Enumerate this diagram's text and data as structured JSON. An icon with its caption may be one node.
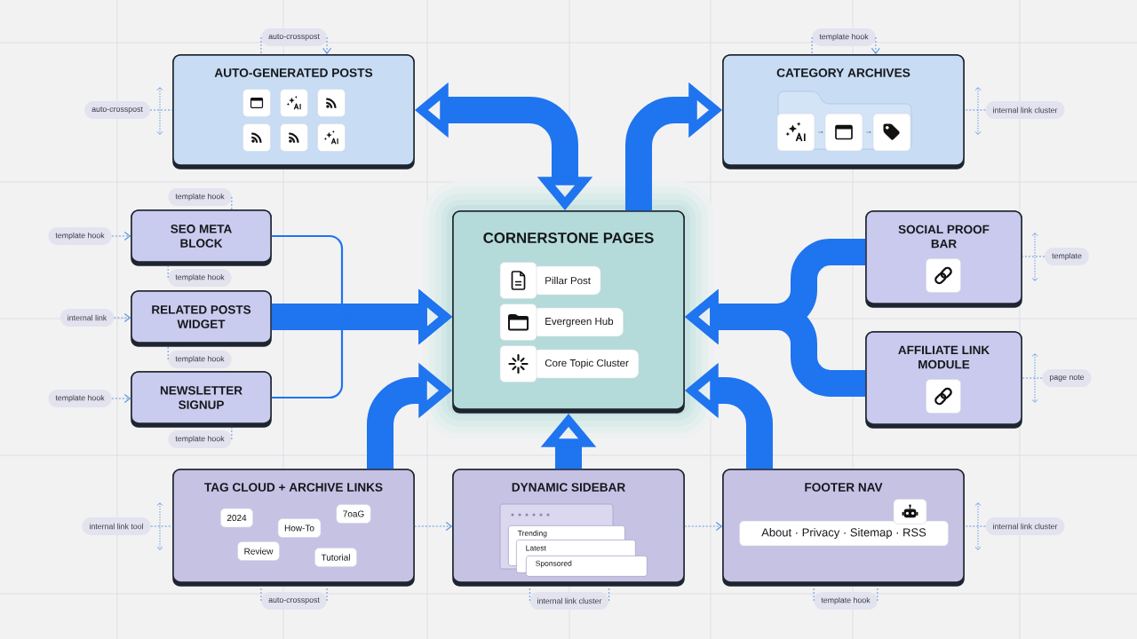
{
  "diagram": {
    "nodes": [
      {
        "text": [
          "auto-crosspost"
        ]
      },
      {
        "text": [
          "template hook"
        ]
      },
      {
        "text": [
          "AUTO-GENERATED POSTS"
        ]
      },
      {
        "text": [
          "auto-crosspost"
        ]
      },
      {
        "text": [
          "CATEGORY ARCHIVES"
        ]
      },
      {
        "text": [
          "internal link cluster"
        ]
      },
      {
        "text": [
          "template hook"
        ]
      },
      {
        "text": [
          "template hook"
        ]
      },
      {
        "text": [
          "SEO META BLOCK"
        ]
      },
      {
        "text": [
          "CORNERSTONE PAGES"
        ]
      },
      {
        "text": [
          "Pillar Post"
        ],
        "in": 9
      },
      {
        "text": [
          "Evergreen Hub"
        ],
        "in": 9
      },
      {
        "text": [
          "Core Topic Cluster"
        ],
        "in": 9
      },
      {
        "text": [
          "SOCIAL PROOF BAR"
        ]
      },
      {
        "text": [
          "template"
        ]
      },
      {
        "text": [
          "template hook"
        ]
      },
      {
        "text": [
          "internal link"
        ]
      },
      {
        "text": [
          "RELATED POSTS WIDGET"
        ]
      },
      {
        "text": [
          "template hook"
        ]
      },
      {
        "text": [
          "AFFILIATE LINK MODULE"
        ]
      },
      {
        "text": [
          "page note"
        ]
      },
      {
        "text": [
          "template hook"
        ]
      },
      {
        "text": [
          "NEWSLETTER SIGNUP"
        ]
      },
      {
        "text": [
          "template hook"
        ]
      },
      {
        "text": [
          "internal link tool"
        ]
      },
      {
        "text": [
          "TAG CLOUD + ARCHIVE LINKS"
        ]
      },
      {
        "text": [
          "2024"
        ],
        "in": 25
      },
      {
        "text": [
          "How-To"
        ],
        "in": 25
      },
      {
        "text": [
          "7oaG"
        ],
        "in": 25
      },
      {
        "text": [
          "Review"
        ],
        "in": 25
      },
      {
        "text": [
          "Tutorial"
        ],
        "in": 25
      },
      {
        "text": [
          "DYNAMIC SIDEBAR"
        ]
      },
      {
        "text": [
          "Trending"
        ],
        "in": 31
      },
      {
        "text": [
          "Latest"
        ],
        "in": 31
      },
      {
        "text": [
          "Sponsored"
        ],
        "in": 31
      },
      {
        "text": [
          "FOOTER NAV"
        ]
      },
      {
        "text": [
          "About · Privacy · Sitemap · RSS"
        ],
        "in": 35
      },
      {
        "text": [
          "internal link cluster"
        ]
      },
      {
        "text": [
          "auto-crosspost"
        ]
      },
      {
        "text": [
          "internal link cluster"
        ]
      },
      {
        "text": [
          "template hook"
        ]
      }
    ],
    "edges": [
      {
        "from": 2,
        "to": 9,
        "arrow": "both",
        "style": "thick",
        "color": "#1f74ef"
      },
      {
        "from": 9,
        "to": 4,
        "arrow": "to",
        "style": "thick",
        "color": "#1f74ef"
      },
      {
        "from": 8,
        "to": 9,
        "arrow": "to",
        "color": "#1f74ef"
      },
      {
        "from": 17,
        "to": 9,
        "arrow": "to",
        "style": "thick",
        "color": "#1f74ef"
      },
      {
        "from": 22,
        "to": 9,
        "arrow": "to",
        "color": "#1f74ef"
      },
      {
        "from": 13,
        "to": 9,
        "arrow": "to",
        "style": "thick",
        "color": "#1f74ef"
      },
      {
        "from": 19,
        "to": 9,
        "arrow": "to",
        "style": "thick",
        "color": "#1f74ef"
      },
      {
        "from": 25,
        "to": 9,
        "arrow": "to",
        "style": "thick",
        "color": "#1f74ef"
      },
      {
        "from": 31,
        "to": 9,
        "arrow": "to",
        "style": "thick",
        "color": "#1f74ef"
      },
      {
        "from": 35,
        "to": 9,
        "arrow": "to",
        "style": "thick",
        "color": "#1f74ef"
      },
      {
        "from": 25,
        "to": 31,
        "arrow": "to",
        "style": "dashed"
      },
      {
        "from": 31,
        "to": 35,
        "arrow": "to",
        "style": "dashed"
      },
      {
        "from": 0,
        "to": 2,
        "arrow": "to",
        "style": "dashed"
      },
      {
        "from": 1,
        "to": 4,
        "arrow": "to",
        "style": "dashed"
      },
      {
        "from": 3,
        "to": 2,
        "arrow": "none",
        "style": "dashed"
      },
      {
        "from": 5,
        "to": 4,
        "arrow": "none",
        "style": "dashed"
      },
      {
        "from": 6,
        "to": 8,
        "arrow": "none",
        "style": "dashed"
      },
      {
        "from": 7,
        "to": 8,
        "arrow": "to",
        "style": "dashed"
      },
      {
        "from": 15,
        "to": 8,
        "arrow": "none",
        "style": "dashed"
      },
      {
        "from": 14,
        "to": 13,
        "arrow": "none",
        "style": "dashed"
      },
      {
        "from": 16,
        "to": 17,
        "arrow": "to",
        "style": "dashed"
      },
      {
        "from": 18,
        "to": 17,
        "arrow": "none",
        "style": "dashed"
      },
      {
        "from": 20,
        "to": 19,
        "arrow": "none",
        "style": "dashed"
      },
      {
        "from": 21,
        "to": 22,
        "arrow": "to",
        "style": "dashed"
      },
      {
        "from": 23,
        "to": 22,
        "arrow": "none",
        "style": "dashed"
      },
      {
        "from": 24,
        "to": 25,
        "arrow": "none",
        "style": "dashed"
      },
      {
        "from": 38,
        "to": 25,
        "arrow": "none",
        "style": "dashed"
      },
      {
        "from": 39,
        "to": 31,
        "arrow": "none",
        "style": "dashed"
      },
      {
        "from": 40,
        "to": 35,
        "arrow": "none",
        "style": "dashed"
      },
      {
        "from": 37,
        "to": 35,
        "arrow": "none",
        "style": "dashed"
      },
      {
        "from": 0,
        "to": 2,
        "arrow": "none",
        "style": "dashed"
      },
      {
        "from": 1,
        "to": 4,
        "arrow": "none",
        "style": "dashed"
      },
      {
        "from": 38,
        "to": 25,
        "arrow": "none",
        "style": "dashed"
      },
      {
        "from": 39,
        "to": 31,
        "arrow": "none",
        "style": "dashed"
      },
      {
        "from": 40,
        "to": 35,
        "arrow": "none",
        "style": "dashed"
      }
    ]
  }
}
